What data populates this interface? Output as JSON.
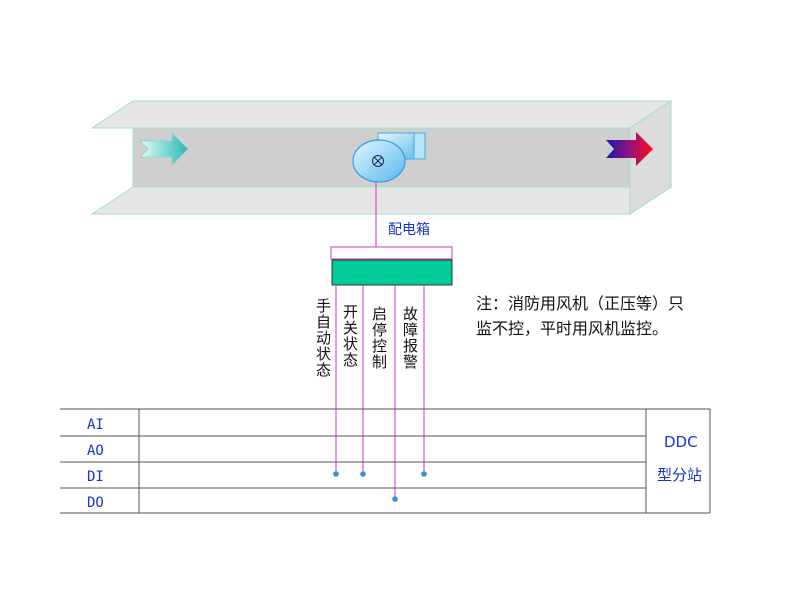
{
  "duct": {
    "color_fill": "#cccccc",
    "color_edge": "#9fe0c8",
    "inlet_arrow": "inlet-arrow",
    "outlet_arrow": "outlet-arrow",
    "fan_icon": "fan-icon"
  },
  "panel": {
    "label": "配电箱",
    "color": "#00cc99",
    "frame_color": "#cc33cc"
  },
  "signals": [
    {
      "id": "manual-auto",
      "label": "手自动状态",
      "type": "DI"
    },
    {
      "id": "switch-state",
      "label": "开关状态",
      "type": "DI"
    },
    {
      "id": "start-stop",
      "label": "启停控制",
      "type": "DO"
    },
    {
      "id": "fault-alarm",
      "label": "故障报警",
      "type": "DI"
    }
  ],
  "note": {
    "line1": "注：消防用风机（正压等）只",
    "line2": "监不控，平时用风机监控。"
  },
  "table": {
    "rows": [
      "AI",
      "AO",
      "DI",
      "DO"
    ],
    "station_line1": "DDC",
    "station_line2": "型分站",
    "row_label_color": "#1a33cc"
  }
}
